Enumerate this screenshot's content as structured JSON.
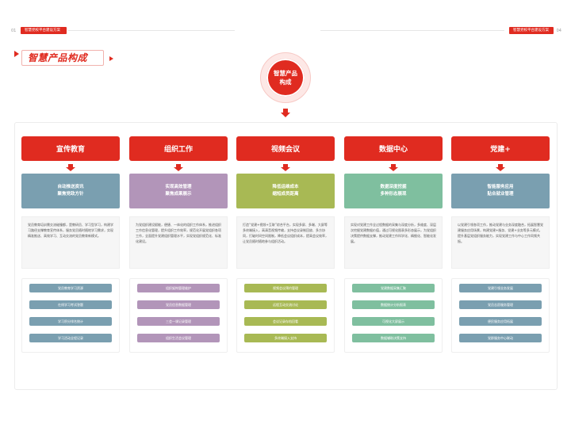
{
  "header": {
    "page_left": "01",
    "page_right": "04",
    "tag_left": "智慧党校平台建设方案",
    "tag_right": "智慧党校平台建设方案"
  },
  "section": {
    "title": "智慧产品构成"
  },
  "center": {
    "label": "智慧产品构成"
  },
  "colors": {
    "accent": "#e02b20",
    "sub": [
      "#7a9fb0",
      "#b295b9",
      "#a8b954",
      "#7fbf9f",
      "#7a9fb0"
    ],
    "pill": [
      "#7a9fb0",
      "#b295b9",
      "#a8b954",
      "#7fbf9f",
      "#7a9fb0"
    ]
  },
  "columns": [
    {
      "title": "宣传教育",
      "sub_lines": [
        "自动推送资讯",
        "聚焦党政方针"
      ],
      "desc": "党员教育培训需交流碰撞都，是教研员、学习型学习，构建学习路径支撑教育宣传体系，服务党员随时随地学习需求，实现精准推送、高效学习、互动交流的党员教育新模式。",
      "items": [
        "党员教育学习资源",
        "在线学习考试答题",
        "学习积分排名统计",
        "学习活动全程记录"
      ]
    },
    {
      "title": "组织工作",
      "sub_lines": [
        "实现高效管理",
        "聚焦成果展示"
      ],
      "desc": "为党组织建设赋能，便捷、一体化的组织工作体系，推进组织工作信息化管理，提升组织工作效率，规范化开展党组织各项工作，全面提升党建组织管理水平，实现党组织规范化、标准化建设。",
      "items": [
        "组织架构管理维护",
        "党员信息数据管理",
        "三会一课记录管理",
        "组织生活会议管理"
      ]
    },
    {
      "title": "视频会议",
      "sub_lines": [
        "降低运维成本",
        "缩短成员距离"
      ],
      "desc": "打造“党建+视频+互联”综合平台，实现多屏、多端、大屏等多终端接入，高清音视频传输，支持会议录制回放、多方协同，打破时间空间限制，降低会议组织成本，提高会议效率，让党员随时随地参与组织活动。",
      "items": [
        "视频会议预约管理",
        "远程互动交流讨论",
        "会议记录存档回看",
        "多终端接入支持"
      ]
    },
    {
      "title": "数据中心",
      "sub_lines": [
        "数据深度挖掘",
        "多种形态展现"
      ],
      "desc": "实现对党建工作全过程数据的采集与深度分析，多维度、深层次挖掘党建数据价值，通过可视化图表多形态展示，为党组织决策提供数据支撑，推动党建工作科学化、精细化、智能化发展。",
      "items": [
        "党建数据采集汇聚",
        "数据统计分析报表",
        "可视化大屏展示",
        "数据辅助决策支持"
      ]
    },
    {
      "title": "党建+",
      "sub_lines": [
        "智能服务应用",
        "贴合就业管理"
      ],
      "desc": "以党建引领各项工作，推动党建与业务深度融合，拓展智慧党建服务应用场景，构建党建+服务、党建+业务等多元模式，提升基层党组织服务能力，实现党建工作与中心工作同频共振。",
      "items": [
        "党建引领业务发展",
        "党员志愿服务管理",
        "便民服务应用拓展",
        "党群服务中心联动"
      ]
    }
  ]
}
